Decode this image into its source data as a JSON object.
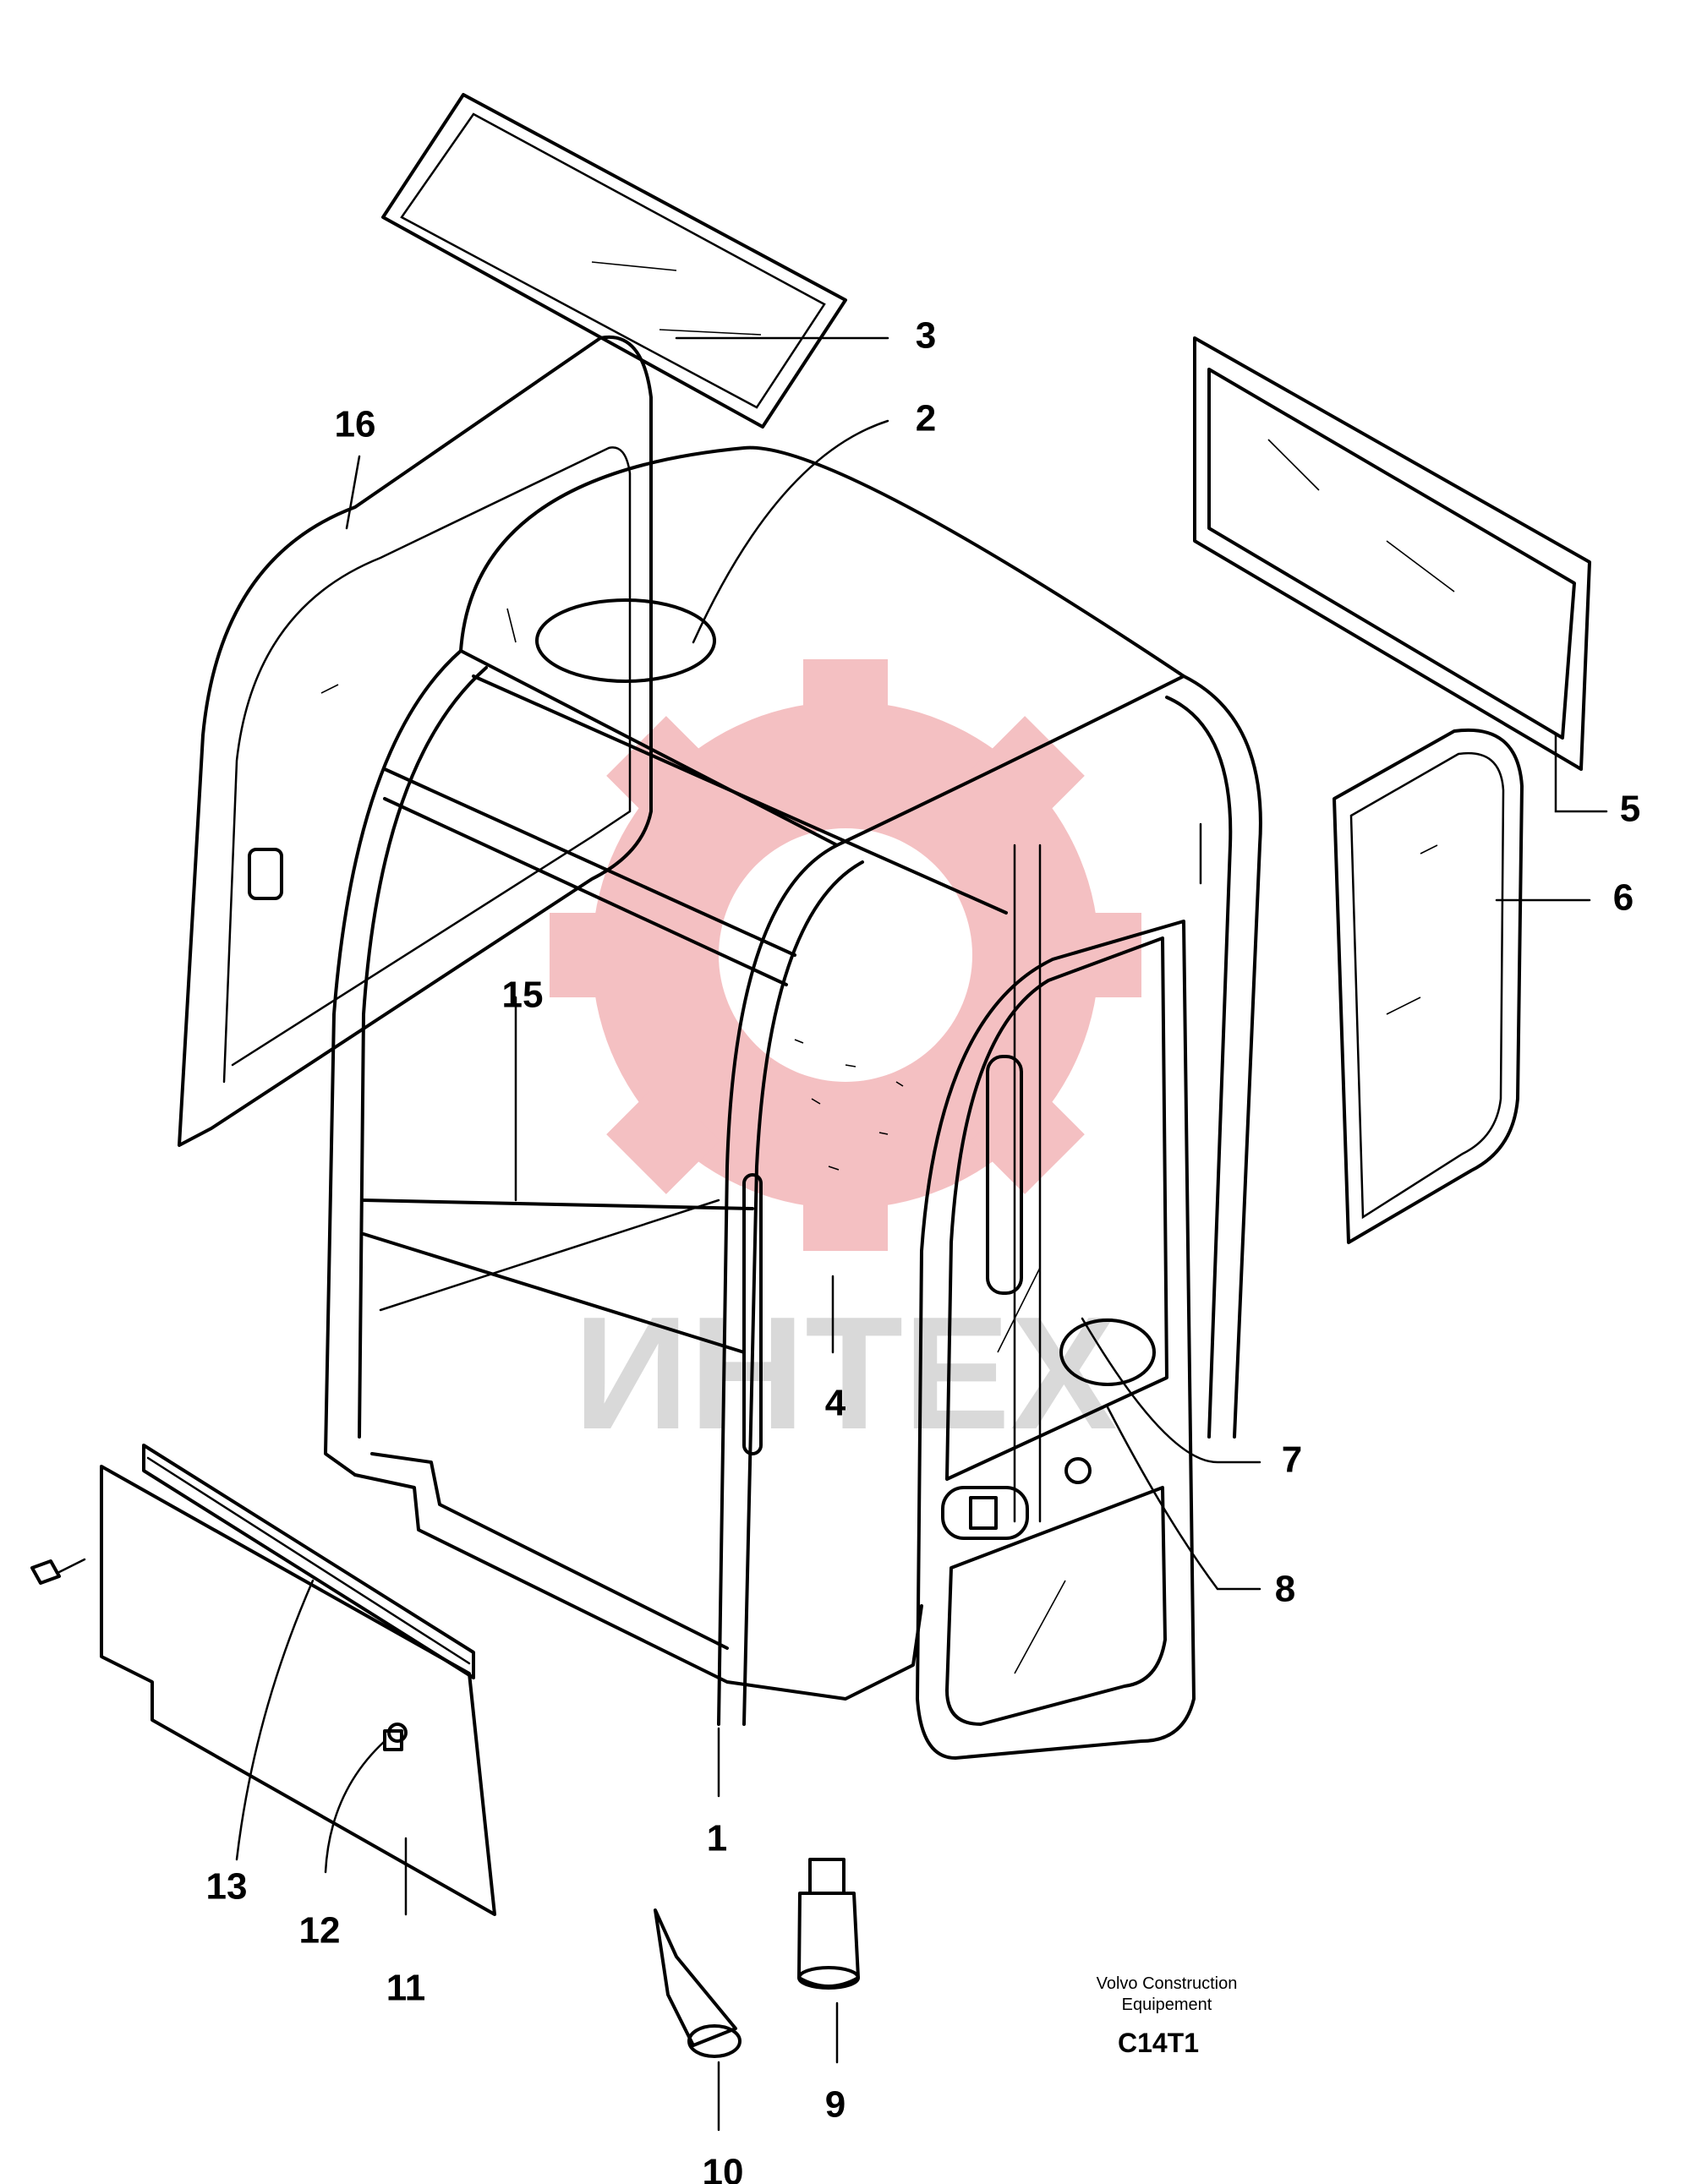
{
  "watermark": {
    "text": "ИНТЕХ",
    "gear_color": "#e8747a",
    "text_color": "#d0d0d0"
  },
  "callouts": [
    {
      "label": "1"
    },
    {
      "label": "2"
    },
    {
      "label": "3"
    },
    {
      "label": "4"
    },
    {
      "label": "5"
    },
    {
      "label": "6"
    },
    {
      "label": "7"
    },
    {
      "label": "8"
    },
    {
      "label": "9"
    },
    {
      "label": "10"
    },
    {
      "label": "11"
    },
    {
      "label": "12"
    },
    {
      "label": "13"
    },
    {
      "label": "15"
    },
    {
      "label": "16"
    }
  ],
  "footer": {
    "company_line1": "Volvo Construction",
    "company_line2": "Equipement",
    "diagram_code": "C14T1"
  }
}
